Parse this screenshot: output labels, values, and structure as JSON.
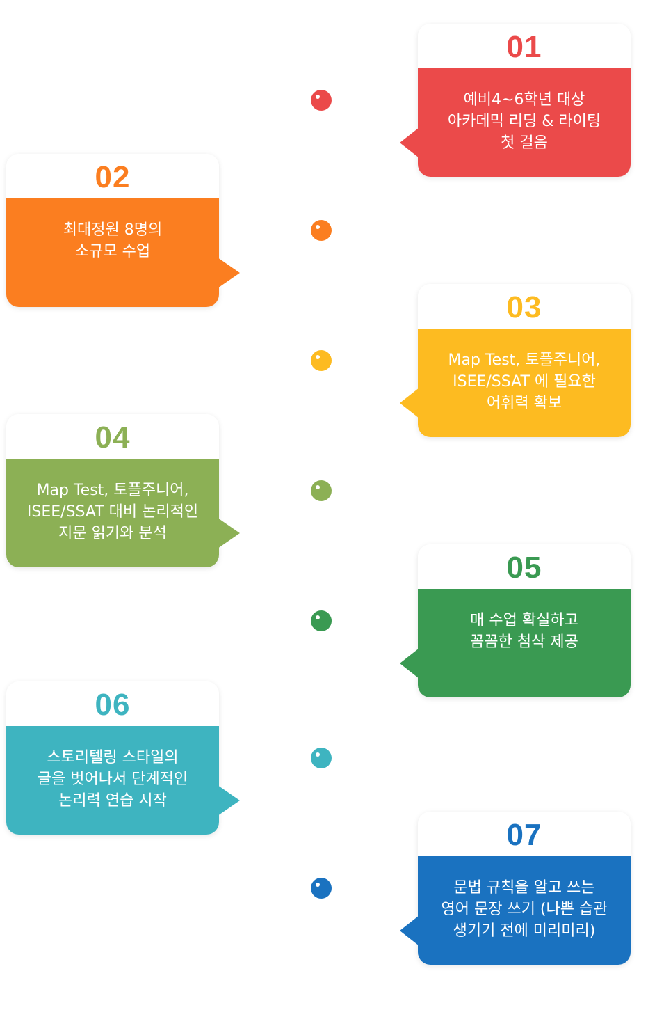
{
  "steps": [
    {
      "number": "01",
      "text": "예비4~6학년 대상\n아카데믹 리딩 & 라이팅\n첫 걸음",
      "color": "#EB4A4A"
    },
    {
      "number": "02",
      "text": "최대정원 8명의\n소규모 수업",
      "color": "#FB7E20"
    },
    {
      "number": "03",
      "text": "Map Test, 토플주니어,\nISEE/SSAT 에 필요한\n어휘력 확보",
      "color": "#FDBB21"
    },
    {
      "number": "04",
      "text": "Map Test, 토플주니어,\nISEE/SSAT 대비 논리적인\n지문 읽기와 분석",
      "color": "#8CB055"
    },
    {
      "number": "05",
      "text": "매 수업 확실하고\n꼼꼼한 첨삭 제공",
      "color": "#3A9A52"
    },
    {
      "number": "06",
      "text": "스토리텔링 스타일의\n글을 벗어나서 단계적인\n논리력 연습 시작",
      "color": "#3EB4C0"
    },
    {
      "number": "07",
      "text": "문법 규칙을 알고 쓰는\n영어 문장 쓰기 (나쁜 습관\n생기기 전에 미리미리)",
      "color": "#1A72C0"
    }
  ]
}
